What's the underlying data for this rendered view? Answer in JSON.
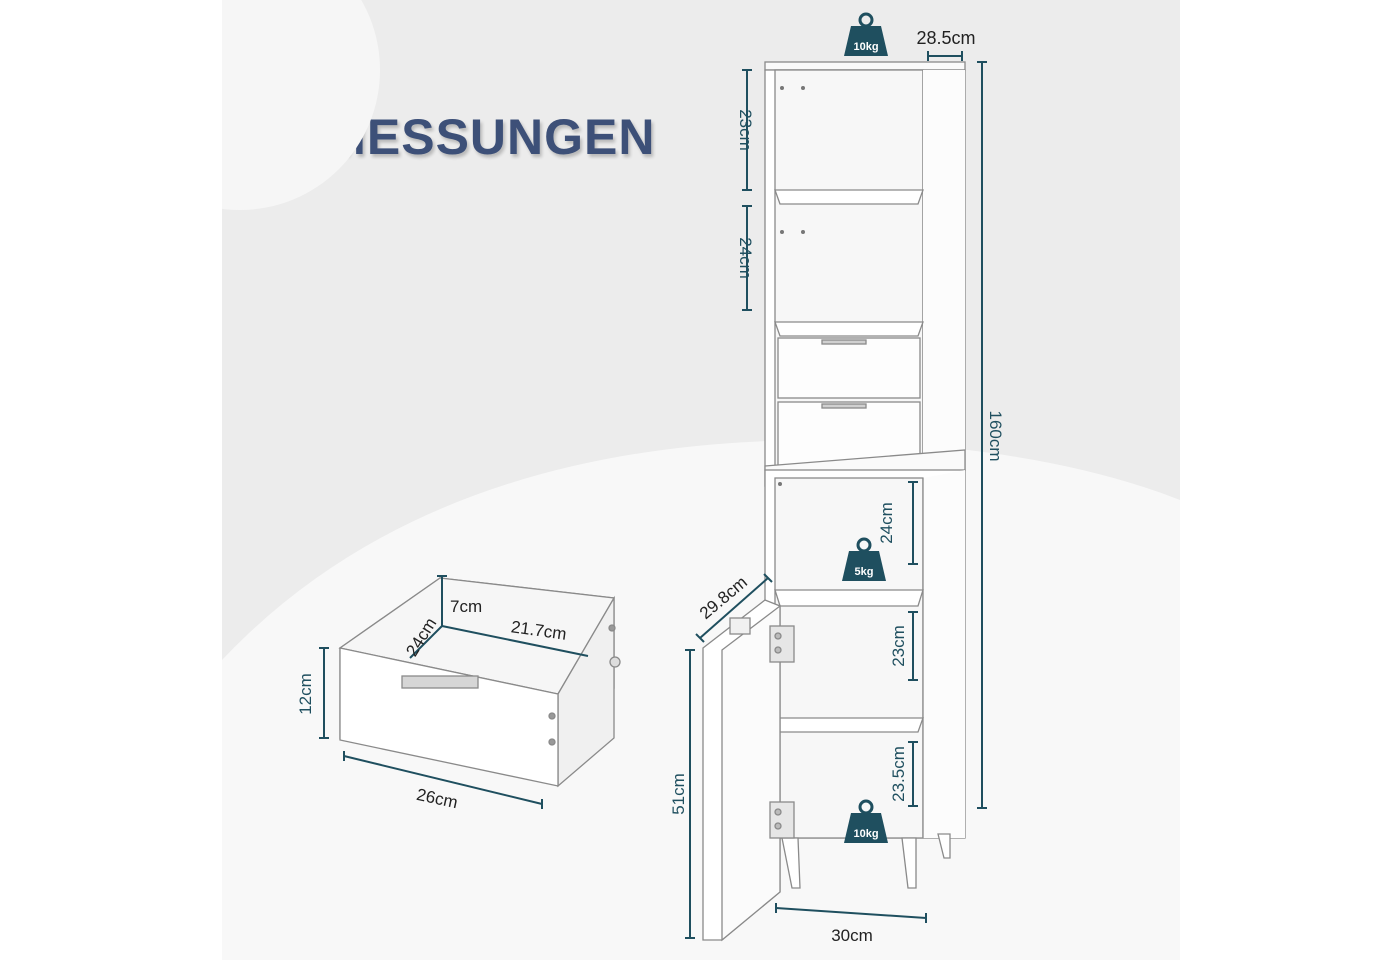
{
  "title": "ABMESSUNGEN",
  "colors": {
    "accent": "#3d5078",
    "dimension": "#1f4f5f",
    "panel": "#ececec",
    "curve": "#f7f7f7"
  },
  "weights": {
    "top": "10kg",
    "middle": "5kg",
    "bottom": "10kg"
  },
  "cabinet": {
    "depth_top": "28.5cm",
    "shelf_top": "23cm",
    "shelf_second": "24cm",
    "height_total": "160cm",
    "inner_middle": "24cm",
    "inner_lower": "23cm",
    "inner_bottom": "23.5cm",
    "depth_door": "29.8cm",
    "door_height": "51cm",
    "width": "30cm"
  },
  "drawer": {
    "inner_height": "7cm",
    "inner_depth": "24cm",
    "inner_width": "21.7cm",
    "front_height": "12cm",
    "width": "26cm"
  }
}
